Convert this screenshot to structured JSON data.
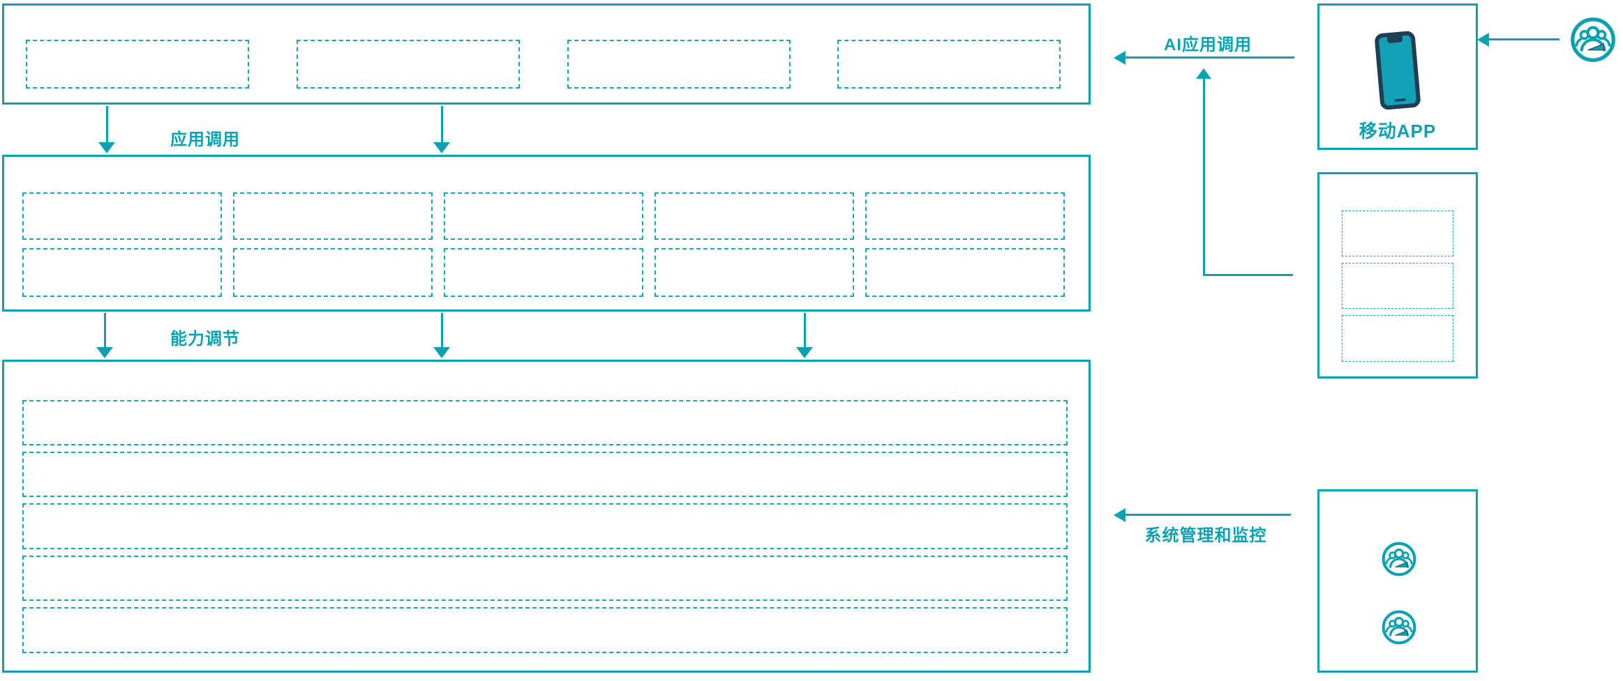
{
  "colors": {
    "teal": "#0AA1B2",
    "teal_dash": "#14A6B6",
    "navy": "#1F3D55"
  },
  "labels": {
    "app_call": "应用调用",
    "capability_adjust": "能力调节",
    "ai_app_call": "AI应用调用",
    "mobile_app": "移动APP",
    "system_monitor": "系统管理和监控"
  },
  "structure": {
    "top_layer_placeholders": 4,
    "middle_layer_rows": 2,
    "middle_layer_cols": 5,
    "bottom_layer_rows": 5,
    "right_middle_placeholders": 3,
    "admin_user_icons": 2
  }
}
